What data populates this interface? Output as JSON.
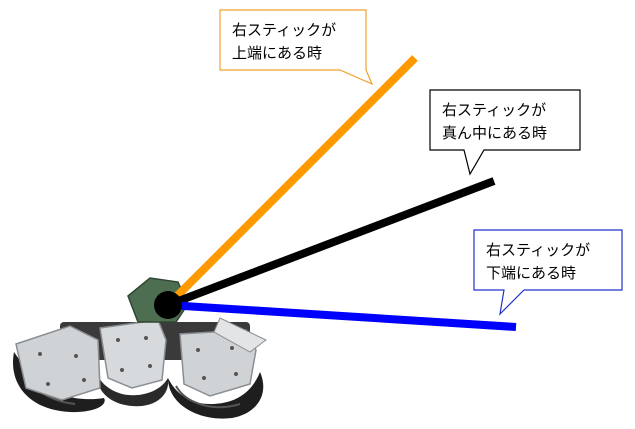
{
  "diagram": {
    "background": "#ffffff",
    "callouts": [
      {
        "id": "top",
        "line1": "右スティックが",
        "line2": "上端にある時",
        "border_color": "#f0a030",
        "line_color": "#ff9900"
      },
      {
        "id": "center",
        "line1": "右スティックが",
        "line2": "真ん中にある時",
        "border_color": "#000000",
        "line_color": "#000000"
      },
      {
        "id": "bottom",
        "line1": "右スティックが",
        "line2": "下端にある時",
        "border_color": "#2233cc",
        "line_color": "#0000ff"
      }
    ],
    "pivot_color": "#000000",
    "robot": {
      "body_color": "#cfd3d6",
      "head_color": "#4e6e52",
      "wheel_color": "#1e1e1e"
    }
  }
}
